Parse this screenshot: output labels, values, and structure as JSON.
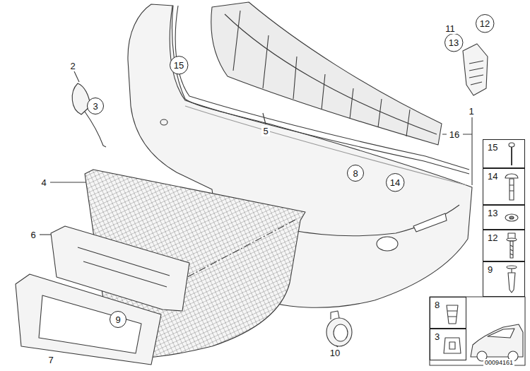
{
  "diagram": {
    "nodes": [
      {
        "text": [
          "12"
        ]
      },
      {
        "text": [
          "13"
        ]
      },
      {
        "text": [
          "15"
        ]
      },
      {
        "text": [
          "3"
        ]
      },
      {
        "text": [
          "15"
        ]
      },
      {
        "text": [
          "8"
        ]
      },
      {
        "text": [
          "14"
        ]
      },
      {
        "text": [
          "14"
        ]
      },
      {
        "text": [
          "13"
        ]
      },
      {
        "text": [
          "12"
        ]
      },
      {
        "text": [
          "9"
        ]
      },
      {
        "text": [
          "9"
        ]
      },
      {
        "text": [
          "8"
        ]
      },
      {
        "text": [
          "3"
        ]
      }
    ],
    "labels": [
      "11",
      "2",
      "1",
      "5",
      "16",
      "4",
      "6",
      "10",
      "7",
      "00094161"
    ]
  }
}
